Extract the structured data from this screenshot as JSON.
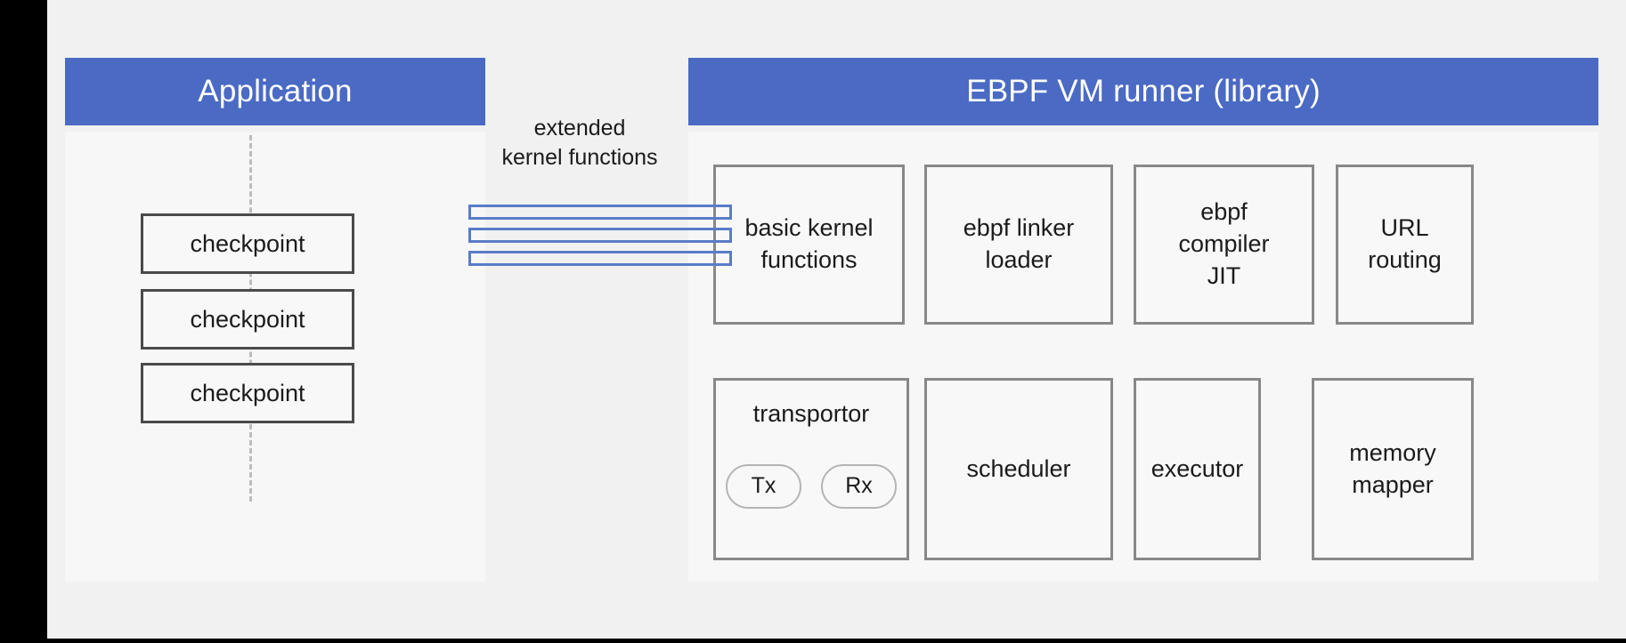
{
  "canvas": {
    "background_color": "#f1f1f1",
    "frame_color": "#000000"
  },
  "theme": {
    "header_blue": "#4a6ac4",
    "arrow_blue": "#5a7cc8",
    "box_border_gray": "#888888",
    "checkpoint_border_gray": "#4a4a4a",
    "panel_body": "#f7f7f7",
    "text_dark": "#1b1b1b",
    "dashed_line_gray": "#bcbcbc"
  },
  "application_panel": {
    "title": "Application",
    "checkpoints": [
      {
        "label": "checkpoint"
      },
      {
        "label": "checkpoint"
      },
      {
        "label": "checkpoint"
      }
    ]
  },
  "connector": {
    "label_line1": "extended",
    "label_line2": "kernel functions",
    "label": "extended\nkernel functions",
    "bar_count": 3
  },
  "ebpf_panel": {
    "title": "EBPF VM runner (library)",
    "rows": [
      {
        "modules": [
          {
            "label": "basic kernel\nfunctions"
          },
          {
            "label": "ebpf linker\nloader"
          },
          {
            "label": "ebpf\ncompiler\nJIT"
          },
          {
            "label": "URL\nrouting"
          }
        ]
      },
      {
        "modules": [
          {
            "label": "transportor",
            "pills": [
              {
                "label": "Tx"
              },
              {
                "label": "Rx"
              }
            ]
          },
          {
            "label": "scheduler"
          },
          {
            "label": "executor"
          },
          {
            "label": "memory\nmapper"
          }
        ]
      }
    ]
  }
}
